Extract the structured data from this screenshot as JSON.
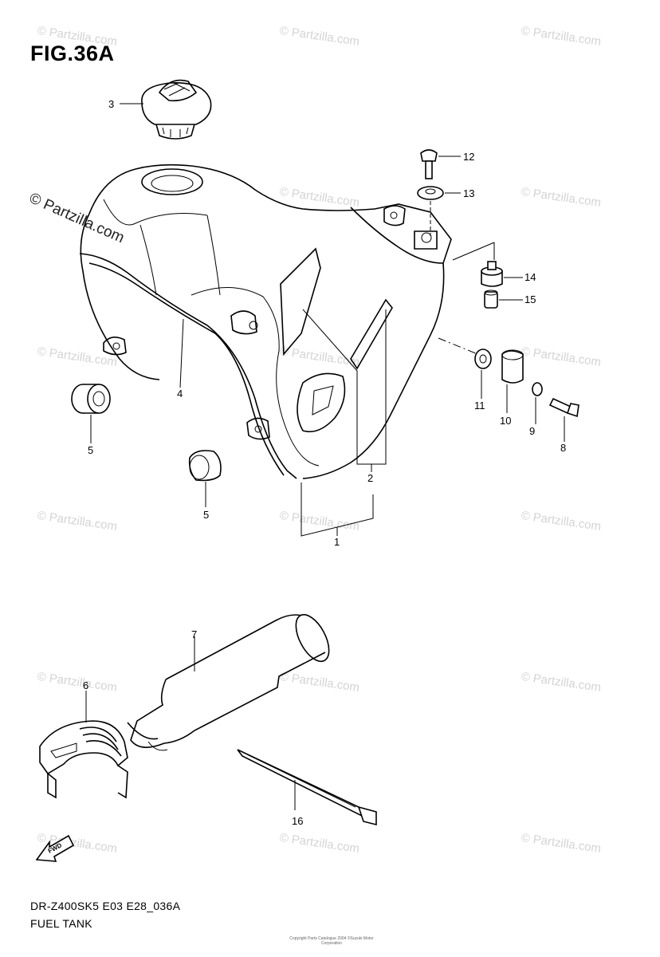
{
  "figure": {
    "title": "FIG.36A",
    "model_code": "DR-Z400SK5 E03 E28_036A",
    "section_name": "FUEL TANK"
  },
  "watermark": {
    "text": "© Partzilla.com",
    "main_text": "© Partzilla.com"
  },
  "copyright_note": "Copyright Parts Catalogue 2004 ©Suzuki Motor Corporation",
  "fwd_arrow_label": "FWD",
  "callouts": [
    {
      "id": "1",
      "label": "1"
    },
    {
      "id": "2",
      "label": "2"
    },
    {
      "id": "3",
      "label": "3"
    },
    {
      "id": "4",
      "label": "4"
    },
    {
      "id": "5a",
      "label": "5"
    },
    {
      "id": "5b",
      "label": "5"
    },
    {
      "id": "6",
      "label": "6"
    },
    {
      "id": "7",
      "label": "7"
    },
    {
      "id": "8",
      "label": "8"
    },
    {
      "id": "9",
      "label": "9"
    },
    {
      "id": "10",
      "label": "10"
    },
    {
      "id": "11",
      "label": "11"
    },
    {
      "id": "12",
      "label": "12"
    },
    {
      "id": "13",
      "label": "13"
    },
    {
      "id": "14",
      "label": "14"
    },
    {
      "id": "15",
      "label": "15"
    },
    {
      "id": "16",
      "label": "16"
    }
  ]
}
